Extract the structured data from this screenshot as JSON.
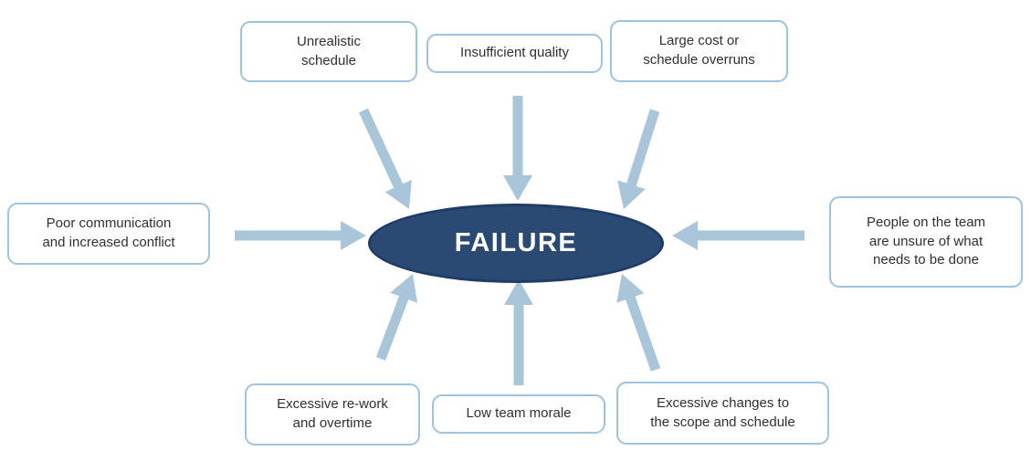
{
  "diagram": {
    "title_implicit": "Causes of project failure",
    "center": {
      "label": "FAILURE"
    },
    "causes": [
      {
        "id": "unrealistic-schedule",
        "label": "Unrealistic\nschedule",
        "position": "top-left"
      },
      {
        "id": "insufficient-quality",
        "label": "Insufficient quality",
        "position": "top-center"
      },
      {
        "id": "cost-schedule-overruns",
        "label": "Large cost or\nschedule overruns",
        "position": "top-right"
      },
      {
        "id": "poor-communication",
        "label": "Poor communication\nand increased conflict",
        "position": "left"
      },
      {
        "id": "team-unsure",
        "label": "People on the team\nare unsure of what\nneeds to be done",
        "position": "right"
      },
      {
        "id": "excessive-rework",
        "label": "Excessive re-work\nand overtime",
        "position": "bottom-left"
      },
      {
        "id": "low-team-morale",
        "label": "Low team morale",
        "position": "bottom-center"
      },
      {
        "id": "excessive-changes",
        "label": "Excessive changes to\nthe scope and schedule",
        "position": "bottom-right"
      }
    ]
  },
  "colors": {
    "ellipse_fill": "#2A4A74",
    "ellipse_border": "#1E3C66",
    "arrow": "#A9C5DA",
    "box_border": "#9DC3E0",
    "box_text": "#303030",
    "center_text": "#FFFFFF",
    "canvas_bg": "#FFFFFF"
  }
}
